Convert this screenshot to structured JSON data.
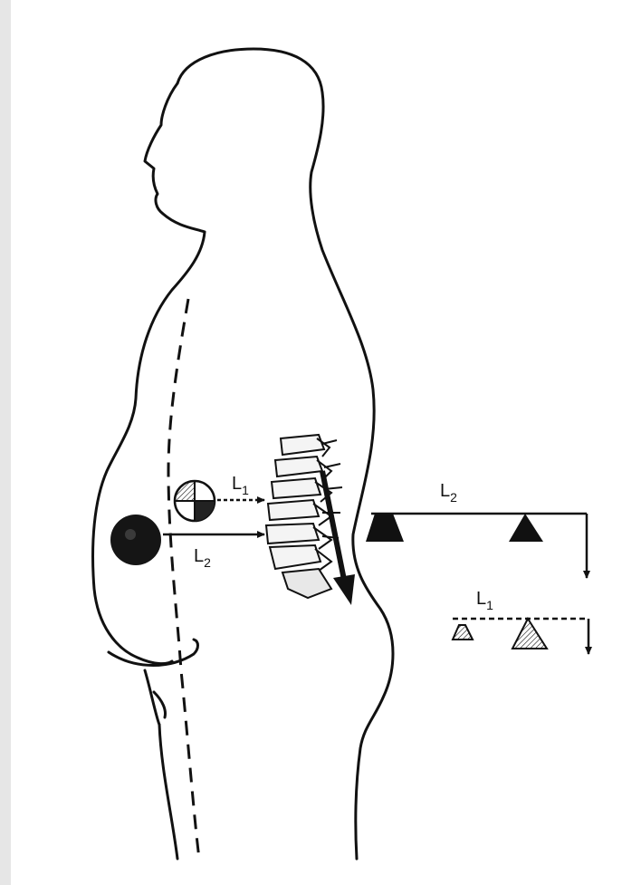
{
  "labels": {
    "l1_body": "L",
    "l1_body_sub": "1",
    "l2_body": "L",
    "l2_body_sub": "2",
    "l2_lever": "L",
    "l2_lever_sub": "2",
    "l1_lever": "L",
    "l1_lever_sub": "1"
  },
  "colors": {
    "ink": "#111111",
    "paper": "#ffffff",
    "scan_edge": "#e6e6e6"
  }
}
